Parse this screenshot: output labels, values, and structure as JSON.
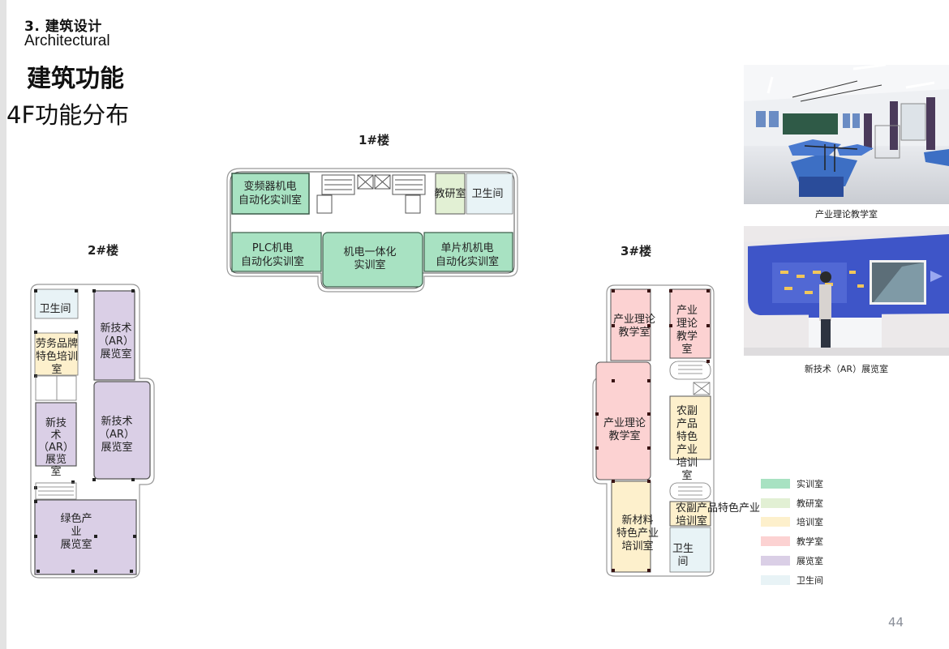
{
  "header": {
    "section": "3. 建筑设计",
    "section_en": "Architectural",
    "title": "建筑功能",
    "subtitle": "4F功能分布"
  },
  "colors": {
    "training": "#a8e2c2",
    "research": "#e2f0d4",
    "cultivation": "#fdf0cc",
    "teaching": "#fcd2d2",
    "exhibition": "#dacfe6",
    "restroom": "#e8f3f6",
    "wall": "#444444",
    "outline": "#999999",
    "page_number": "#8a8f99"
  },
  "buildings": {
    "b1": {
      "label": "1#楼",
      "rooms": [
        {
          "name": "变频器机电",
          "name2": "自动化实训室",
          "type": "training"
        },
        {
          "name": "教研室",
          "type": "research"
        },
        {
          "name": "卫生间",
          "type": "restroom"
        },
        {
          "name": "PLC机电",
          "name2": "自动化实训室",
          "type": "training"
        },
        {
          "name": "机电一体化",
          "name2": "实训室",
          "type": "training"
        },
        {
          "name": "单片机机电",
          "name2": "自动化实训室",
          "type": "training"
        }
      ]
    },
    "b2": {
      "label": "2#楼",
      "rooms": [
        {
          "lines": [
            "卫生间"
          ],
          "type": "restroom"
        },
        {
          "lines": [
            "劳务品牌",
            "特色培训",
            "室"
          ],
          "type": "cultivation"
        },
        {
          "lines": [
            "新技术",
            "（AR）",
            "展览室"
          ],
          "type": "exhibition"
        },
        {
          "lines": [
            "新技",
            "术",
            "（AR）",
            "展览",
            "室"
          ],
          "type": "exhibition"
        },
        {
          "lines": [
            "新技术",
            "（AR）",
            "展览室"
          ],
          "type": "exhibition"
        },
        {
          "lines": [
            "绿色产",
            "业",
            "展览室"
          ],
          "type": "exhibition"
        }
      ]
    },
    "b3": {
      "label": "3#楼",
      "rooms": [
        {
          "lines": [
            "产业理论",
            "教学室"
          ],
          "type": "teaching"
        },
        {
          "lines": [
            "产业",
            "理论",
            "教学",
            "室"
          ],
          "type": "teaching"
        },
        {
          "lines": [
            "产业理论",
            "教学室"
          ],
          "type": "teaching"
        },
        {
          "lines": [
            "农副",
            "产品",
            "特色",
            "产业",
            "培训",
            "室"
          ],
          "type": "cultivation"
        },
        {
          "lines": [
            "农副产品特色产业",
            "培训室"
          ],
          "type": "cultivation"
        },
        {
          "lines": [
            "新材料",
            "特色产业",
            "培训室"
          ],
          "type": "cultivation"
        },
        {
          "lines": [
            "卫生",
            "间"
          ],
          "type": "restroom"
        }
      ]
    }
  },
  "photos": [
    {
      "caption": "产业理论教学室"
    },
    {
      "caption": "新技术（AR）展览室"
    }
  ],
  "legend": [
    {
      "label": "实训室",
      "type": "training"
    },
    {
      "label": "教研室",
      "type": "research"
    },
    {
      "label": "培训室",
      "type": "cultivation"
    },
    {
      "label": "教学室",
      "type": "teaching"
    },
    {
      "label": "展览室",
      "type": "exhibition"
    },
    {
      "label": "卫生间",
      "type": "restroom"
    }
  ],
  "page_number": "44"
}
